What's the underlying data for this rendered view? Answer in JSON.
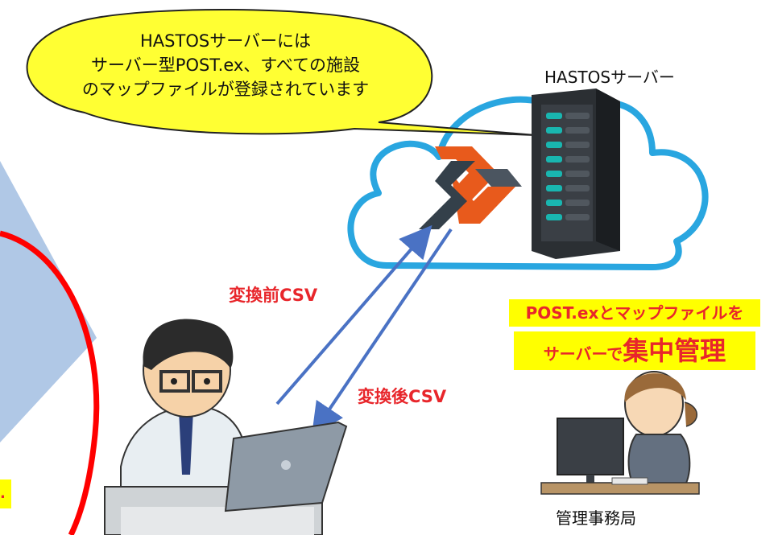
{
  "callout": {
    "lines": [
      "HASTOSサーバーには",
      "サーバー型POST.ex、すべての施設",
      "のマップファイルが登録されています"
    ]
  },
  "server": {
    "label": "HASTOSサーバー"
  },
  "arrows": {
    "upload_label": "変換前CSV",
    "download_label": "変換後CSV"
  },
  "highlight": {
    "line1": "POST.exとマップファイルを",
    "line2_small": "サーバーで",
    "line2_big": "集中管理"
  },
  "office": {
    "label": "管理事務局"
  },
  "left_badge": {
    "text": "."
  },
  "colors": {
    "cloud_stroke": "#29a6e0",
    "callout_fill": "#ffff33",
    "arrow": "#4a72c4",
    "label_red": "#e8262b",
    "left_shape": "#b0c8e6",
    "left_ring": "#ff0000"
  }
}
